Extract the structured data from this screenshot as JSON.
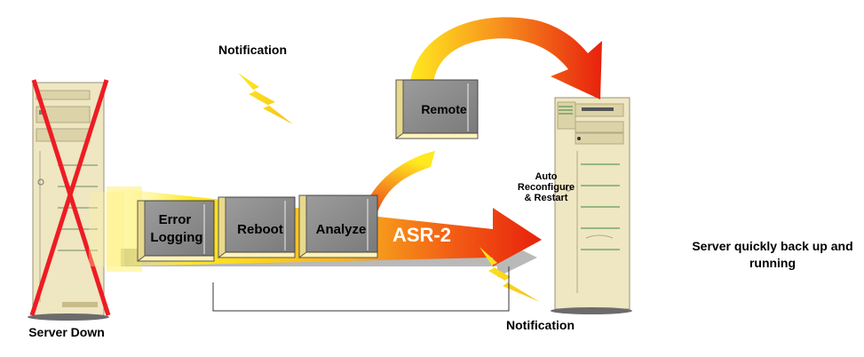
{
  "labels": {
    "notification_top": "Notification",
    "notification_bottom": "Notification",
    "server_down": "Server Down",
    "server_up": "Server quickly back up and running",
    "auto_reconfigure": "Auto Reconfigure & Restart"
  },
  "steps": {
    "error_logging": [
      "Error",
      "Logging"
    ],
    "reboot": "Reboot",
    "analyze": "Analyze",
    "remote": "Remote"
  },
  "arrow_label": "ASR-2",
  "colors": {
    "flame_red": "#e8210d",
    "flame_orange": "#f7931e",
    "flame_yellow": "#ffe91f",
    "server_beige": "#efe6c2",
    "cross_red": "#ee1c24",
    "box_gray": "#8c8c8c"
  }
}
